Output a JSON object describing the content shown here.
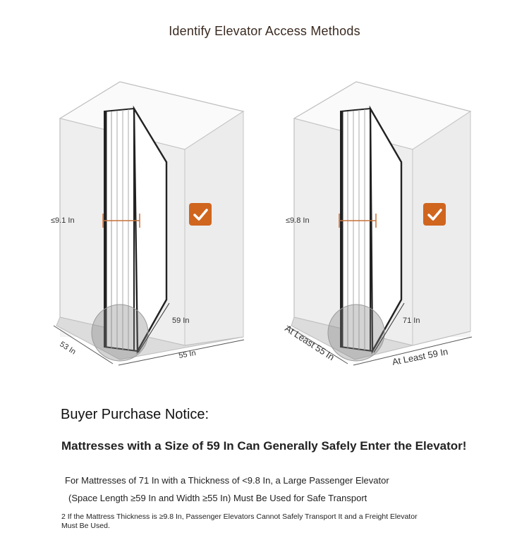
{
  "title": "Identify Elevator Access Methods",
  "diagrams": [
    {
      "thickness_label": "≤9.1 In",
      "height_label": "59 In",
      "depth_label": "53 In",
      "width_label": "55 In",
      "check_icon": "checkmark-icon"
    },
    {
      "thickness_label": "≤9.8 In",
      "height_label": "71 In",
      "depth_label": "At Least 55 In",
      "width_label": "At Least 59 In",
      "check_icon": "checkmark-icon"
    }
  ],
  "notice": {
    "heading": "Buyer Purchase Notice:",
    "main": "Mattresses with a Size of 59 In Can Generally Safely Enter the Elevator!",
    "line1": "For Mattresses of 71 In with a Thickness of <9.8 In, a Large Passenger Elevator",
    "line2": "(Space Length ≥59 In and Width ≥55 In) Must Be Used for Safe Transport",
    "note": "2 If the Mattress Thickness is ≥9.8 In, Passenger Elevators Cannot Safely Transport It and a Freight Elevator Must Be Used."
  },
  "colors": {
    "accent": "#d0651e",
    "measure_line": "#c8703a",
    "box_line": "#b8b8b8"
  }
}
